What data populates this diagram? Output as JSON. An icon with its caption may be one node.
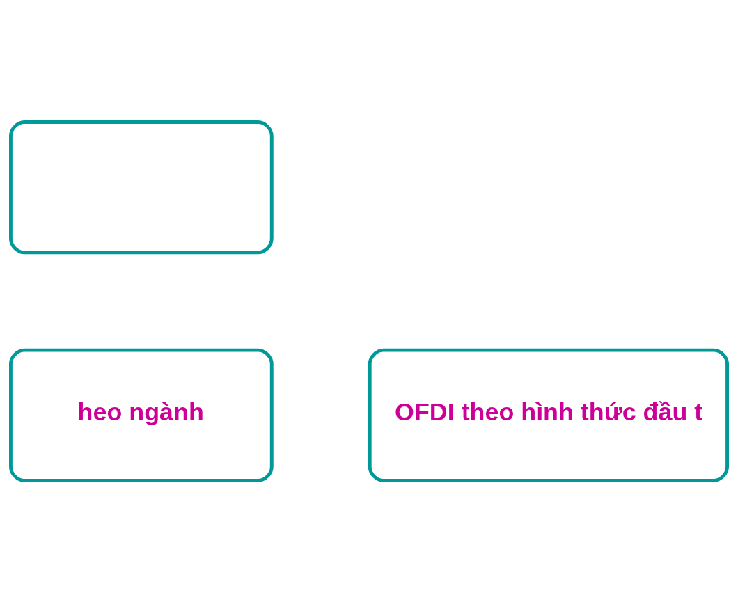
{
  "diagram": {
    "nodes": [
      {
        "text": [],
        "shape": "box"
      },
      {
        "text": [
          "heo ngành"
        ]
      },
      {
        "text": [
          "OFDI theo hình thức đầu t"
        ]
      }
    ]
  }
}
